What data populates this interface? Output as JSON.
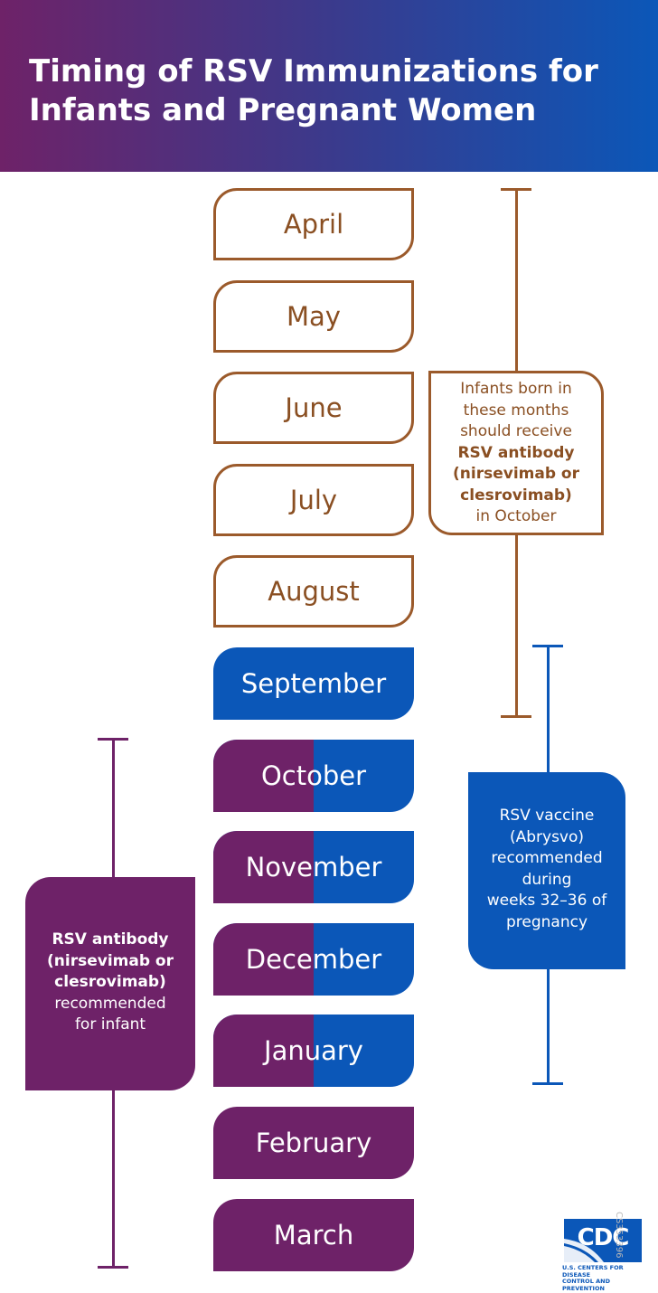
{
  "header": {
    "title": "Timing of RSV Immunizations for Infants and Pregnant Women",
    "gradient_start": "#6e2268",
    "gradient_end": "#0b57b8"
  },
  "months": [
    {
      "label": "April",
      "style": "outline"
    },
    {
      "label": "May",
      "style": "outline"
    },
    {
      "label": "June",
      "style": "outline"
    },
    {
      "label": "July",
      "style": "outline"
    },
    {
      "label": "August",
      "style": "outline"
    },
    {
      "label": "September",
      "style": "blue"
    },
    {
      "label": "October",
      "style": "split"
    },
    {
      "label": "November",
      "style": "split"
    },
    {
      "label": "December",
      "style": "split"
    },
    {
      "label": "January",
      "style": "split"
    },
    {
      "label": "February",
      "style": "purple"
    },
    {
      "label": "March",
      "style": "purple"
    }
  ],
  "notes": {
    "infants_born": {
      "line1": "Infants born in",
      "line2": "these months",
      "line3": "should receive",
      "bold1": "RSV antibody",
      "bold2": "(nirsevimab or",
      "bold3": "clesrovimab)",
      "line4": "in October"
    },
    "vaccine": {
      "line1": "RSV vaccine",
      "line2": "(Abrysvo)",
      "line3": "recommended",
      "line4": "during",
      "line5": "weeks 32–36 of",
      "line6": "pregnancy"
    },
    "antibody": {
      "bold1": "RSV antibody",
      "bold2": "(nirsevimab or",
      "bold3": "clesrovimab)",
      "line1": "recommended",
      "line2": "for infant"
    }
  },
  "logo": {
    "text": "CDC",
    "caption_line1": "U.S. Centers for Disease",
    "caption_line2": "Control and Prevention"
  },
  "doc_code": "CS353396",
  "colors": {
    "brown": "#9b5a2b",
    "blue": "#0b57b8",
    "purple": "#6e2268"
  }
}
